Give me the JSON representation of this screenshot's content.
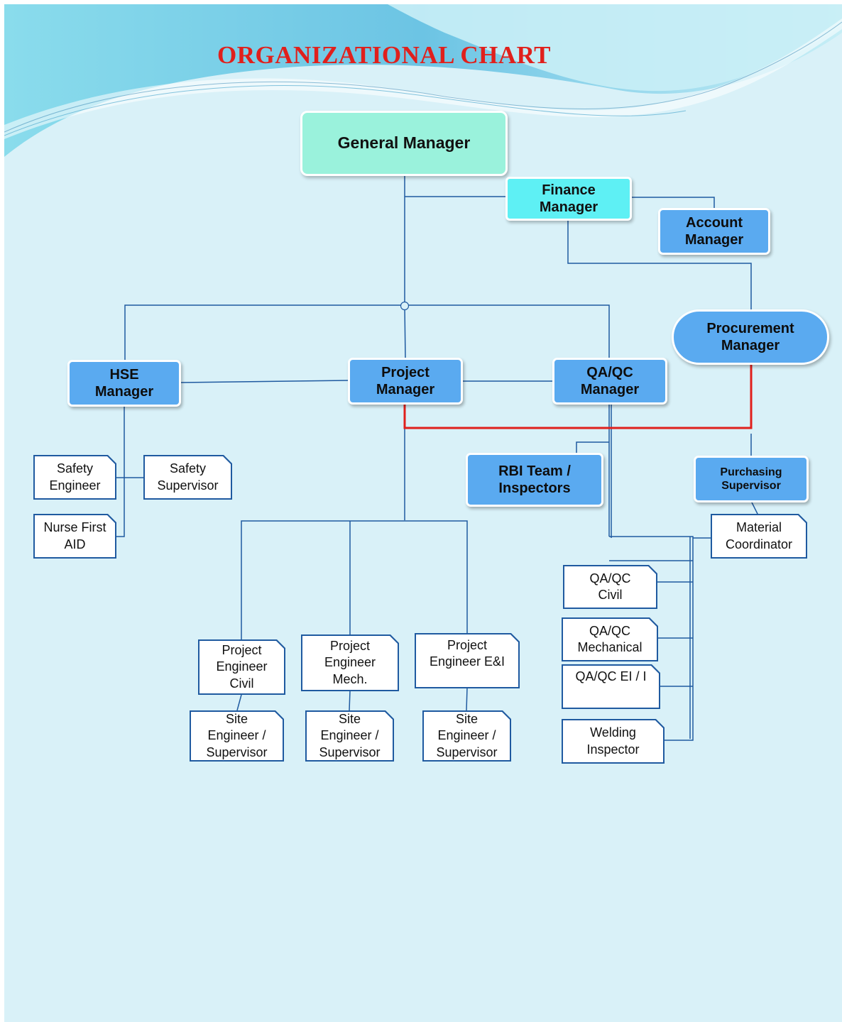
{
  "title": "ORGANIZATIONAL CHART",
  "colors": {
    "page_bg": "#d9f1f8",
    "manager_box": "#5aaaf0",
    "general_manager_box": "#9af2dc",
    "finance_box": "#5ef0f4",
    "connector": "#1f5aa0",
    "highlight_connector": "#e0201c",
    "title": "#e0201c"
  },
  "nodes": {
    "general_manager": "General Manager",
    "finance_manager": "Finance Manager",
    "account_manager": "Account Manager",
    "procurement_manager": "Procurement Manager",
    "hse_manager": "HSE Manager",
    "project_manager": "Project Manager",
    "qaqc_manager": "QA/QC Manager",
    "rbi_team": "RBI Team / Inspectors",
    "purchasing_supervisor": "Purchasing Supervisor",
    "safety_engineer": "Safety Engineer",
    "safety_supervisor": "Safety Supervisor",
    "nurse_first_aid": "Nurse First AID",
    "material_coordinator": "Material Coordinator",
    "qaqc_civil": "QA/QC Civil",
    "qaqc_mechanical": "QA/QC Mechanical",
    "qaqc_ei": "QA/QC EI / I",
    "welding_inspector": "Welding Inspector",
    "pe_civil": "Project Engineer Civil",
    "pe_mech": "Project Engineer Mech.",
    "pe_ei": "Project Engineer E&I",
    "site_eng_1": "Site Engineer / Supervisor",
    "site_eng_2": "Site Engineer / Supervisor",
    "site_eng_3": "Site Engineer / Supervisor"
  }
}
